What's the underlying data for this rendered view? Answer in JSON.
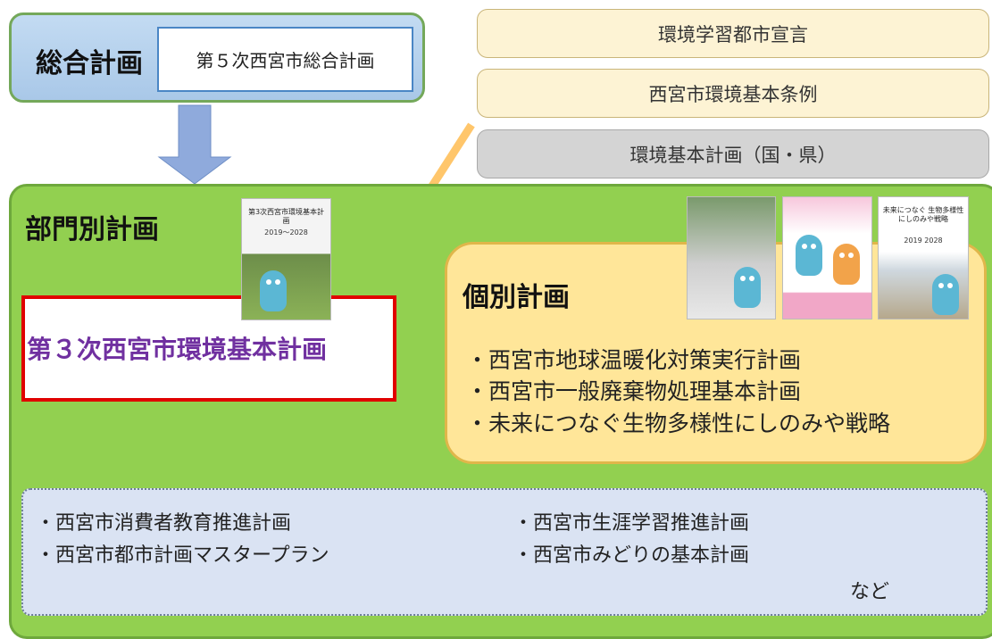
{
  "sogo": {
    "title": "総合計画",
    "plan": "第５次西宮市総合計画"
  },
  "frameworks": [
    "環境学習都市宣言",
    "西宮市環境基本条例",
    "環境基本計画（国・県）"
  ],
  "bumon": {
    "title": "部門別計画",
    "main_plan": "第３次西宮市環境基本計画"
  },
  "kobetsu": {
    "title": "個別計画",
    "items": [
      "・西宮市地球温暖化対策実行計画",
      "・西宮市一般廃棄物処理基本計画",
      "・未来につなぐ生物多様性にしのみや戦略"
    ]
  },
  "related": {
    "items": [
      "・西宮市消費者教育推進計画",
      "・西宮市都市計画マスタープラン",
      "・西宮市生涯学習推進計画",
      "・西宮市みどりの基本計画"
    ],
    "etc": "など"
  },
  "covers": {
    "main": {
      "title": "第3次西宮市環境基本計画",
      "years": "2019～2028"
    },
    "biodiversity": {
      "title": "未来につなぐ 生物多様性にしのみや戦略",
      "years": "2019 2028"
    }
  },
  "colors": {
    "green_area": "#92d050",
    "blue_box": "#b4d0ee",
    "main_border": "#e00000",
    "main_text": "#7030a0",
    "individual_box": "#ffe699",
    "related_box": "#dae3f3",
    "arrow_orange": "#ffc66b",
    "arrow_blue": "#8faadc"
  }
}
